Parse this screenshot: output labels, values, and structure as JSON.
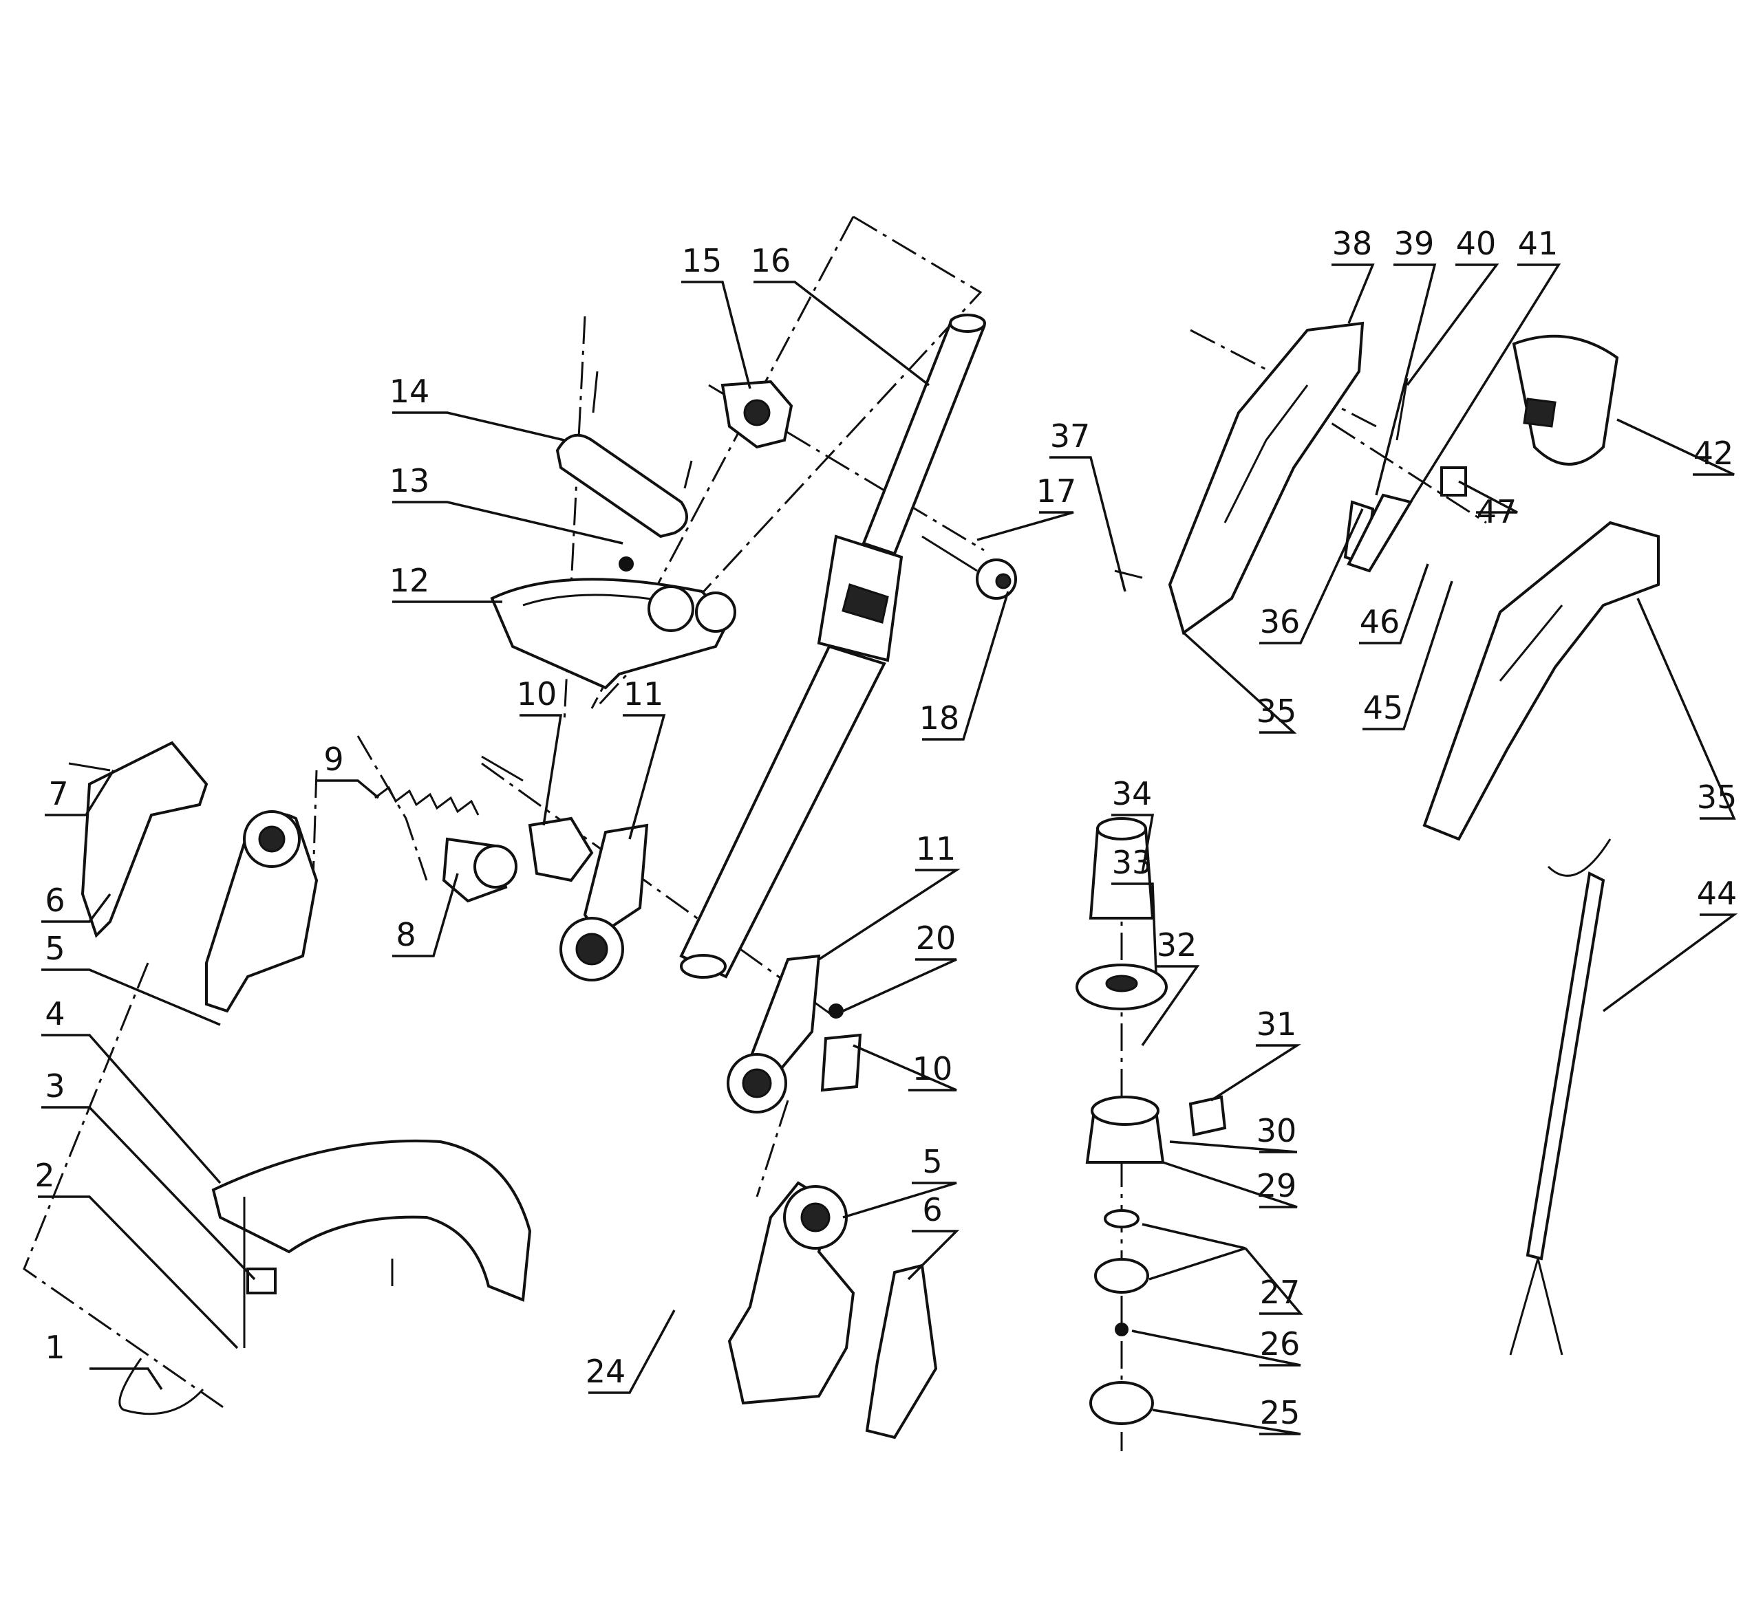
{
  "callouts": [
    {
      "id": "c1",
      "label": "1"
    },
    {
      "id": "c2",
      "label": "2"
    },
    {
      "id": "c3",
      "label": "3"
    },
    {
      "id": "c4",
      "label": "4"
    },
    {
      "id": "c5a",
      "label": "5"
    },
    {
      "id": "c6a",
      "label": "6"
    },
    {
      "id": "c7",
      "label": "7"
    },
    {
      "id": "c8",
      "label": "8"
    },
    {
      "id": "c9",
      "label": "9"
    },
    {
      "id": "c10a",
      "label": "10"
    },
    {
      "id": "c11a",
      "label": "11"
    },
    {
      "id": "c12",
      "label": "12"
    },
    {
      "id": "c13",
      "label": "13"
    },
    {
      "id": "c14",
      "label": "14"
    },
    {
      "id": "c15",
      "label": "15"
    },
    {
      "id": "c16",
      "label": "16"
    },
    {
      "id": "c17",
      "label": "17"
    },
    {
      "id": "c18",
      "label": "18"
    },
    {
      "id": "c11b",
      "label": "11"
    },
    {
      "id": "c20",
      "label": "20"
    },
    {
      "id": "c10b",
      "label": "10"
    },
    {
      "id": "c5b",
      "label": "5"
    },
    {
      "id": "c6b",
      "label": "6"
    },
    {
      "id": "c24",
      "label": "24"
    },
    {
      "id": "c34",
      "label": "34"
    },
    {
      "id": "c33",
      "label": "33"
    },
    {
      "id": "c32",
      "label": "32"
    },
    {
      "id": "c31",
      "label": "31"
    },
    {
      "id": "c30",
      "label": "30"
    },
    {
      "id": "c29",
      "label": "29"
    },
    {
      "id": "c27",
      "label": "27"
    },
    {
      "id": "c26",
      "label": "26"
    },
    {
      "id": "c25",
      "label": "25"
    },
    {
      "id": "c37",
      "label": "37"
    },
    {
      "id": "c38",
      "label": "38"
    },
    {
      "id": "c39",
      "label": "39"
    },
    {
      "id": "c40",
      "label": "40"
    },
    {
      "id": "c41",
      "label": "41"
    },
    {
      "id": "c42",
      "label": "42"
    },
    {
      "id": "c47",
      "label": "47"
    },
    {
      "id": "c36",
      "label": "36"
    },
    {
      "id": "c46",
      "label": "46"
    },
    {
      "id": "c45",
      "label": "45"
    },
    {
      "id": "c35a",
      "label": "35"
    },
    {
      "id": "c35b",
      "label": "35"
    },
    {
      "id": "c44",
      "label": "44"
    }
  ]
}
